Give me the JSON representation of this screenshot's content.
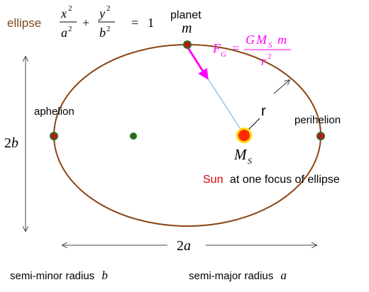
{
  "labels": {
    "ellipse_word": "ellipse",
    "planet_word": "planet",
    "planet_symbol": "m",
    "aphelion": "aphelion",
    "perihelion": "perihelion",
    "r_label": "r",
    "sun_symbol": "M",
    "sun_subscript": "S",
    "sun_caption_red": "Sun",
    "sun_caption_rest": "at one focus of ellipse",
    "two_b_num": "2",
    "two_b_var": "b",
    "two_a_num": "2",
    "two_a_var": "a",
    "semi_minor_text": "semi-minor radius",
    "semi_minor_var": "b",
    "semi_major_text": "semi-major radius",
    "semi_major_var": "a"
  },
  "equation": {
    "x_num": "x",
    "x_den": "a",
    "y_num": "y",
    "y_den": "b",
    "exp": "2",
    "plus": "+",
    "equals": "=",
    "rhs": "1"
  },
  "force": {
    "lhs_F": "F",
    "lhs_sub": "G",
    "equals": "=",
    "num_G": "G",
    "num_M": "M",
    "num_sub": "S",
    "num_m": "m",
    "den_r": "r",
    "den_exp": "2"
  },
  "colors": {
    "ellipse": "#8B4513",
    "ellipse_label": "#7a4a1e",
    "force": "#ff00ff",
    "sun_fill": "#ff2a00",
    "sun_glow": "#ffd700",
    "point_red": "#c0141e",
    "point_green": "#2e6b1e",
    "sun_caption": "#e0000a",
    "radius_line": "#6fa8dc",
    "text": "#000000"
  }
}
